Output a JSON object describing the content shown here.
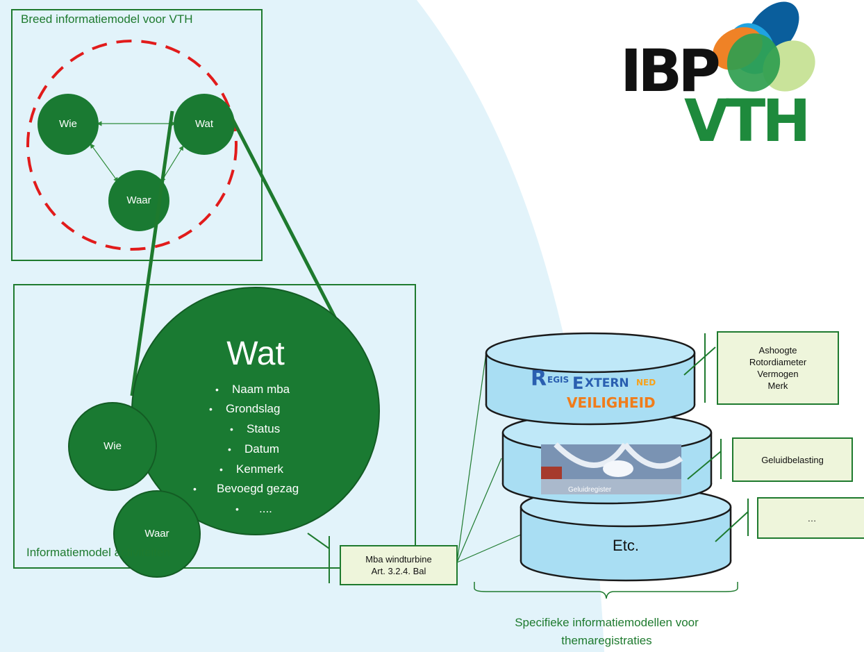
{
  "top_frame": {
    "title": "Breed informatiemodel voor VTH",
    "nodes": {
      "wie": "Wie",
      "wat": "Wat",
      "waar": "Waar"
    }
  },
  "logo": {
    "line1": "IBP",
    "line2": "VTH"
  },
  "activities_frame": {
    "title": "Informatiemodel activiteiten",
    "wat_title": "Wat",
    "wat_items": [
      "Naam mba",
      "Grondslag",
      "Status",
      "Datum",
      "Kenmerk",
      "Bevoegd gezag",
      "...."
    ],
    "wie": "Wie",
    "waar": "Waar"
  },
  "mba_note": {
    "line1": "Mba windturbine",
    "line2": "Art. 3.2.4. Bal"
  },
  "registers": {
    "top_logo": {
      "r": "R",
      "egis": "EGIS",
      "e": "E",
      "xtern": "XTERN",
      "ned": "NED",
      "veiligheid": "VEILIGHEID"
    },
    "middle_caption": "Geluidregister",
    "bottom_label": "Etc."
  },
  "notes": {
    "top": [
      "Ashoogte",
      "Rotordiameter",
      "Vermogen",
      "Merk"
    ],
    "middle": "Geluidbelasting",
    "bottom": "…"
  },
  "footer": {
    "line1": "Specifieke informatiemodellen voor",
    "line2": "themaregistraties"
  },
  "colors": {
    "green": "#1e7a2e",
    "node_green": "#1a7a32",
    "background_curve": "#e2f3fa",
    "cylinder": "#a9def3",
    "cylinder_top": "#bfe8f8",
    "dashed_red": "#e11b1b",
    "note_fill": "#eef5db"
  }
}
